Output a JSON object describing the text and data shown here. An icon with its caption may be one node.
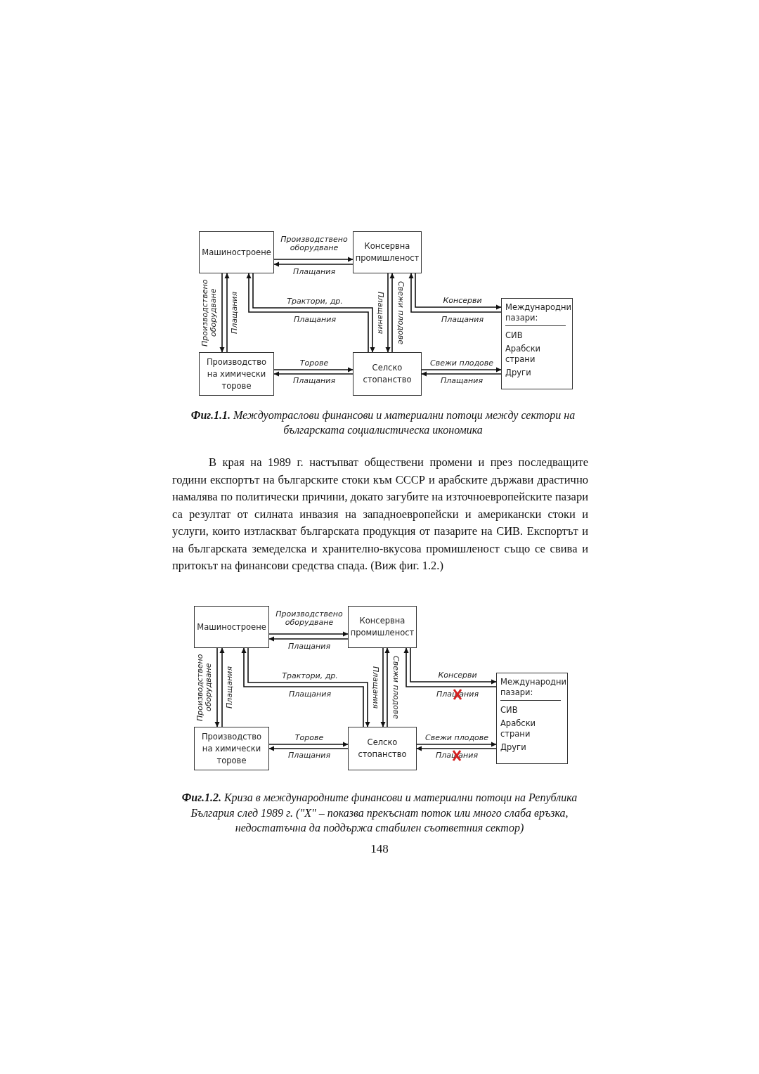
{
  "diagram": {
    "nodes": [
      {
        "text": [
          "Машиностроене"
        ]
      },
      {
        "text": [
          "Консервна промишленост"
        ]
      },
      {
        "text": [
          "Производство на химически торове"
        ]
      },
      {
        "text": [
          "Селско стопанство"
        ]
      },
      {
        "text": [
          "Международни пазари:",
          "СИВ",
          "Арабски страни",
          "Други"
        ]
      },
      {
        "text": [
          "Машиностроене"
        ]
      },
      {
        "text": [
          "Консервна промишленост"
        ]
      },
      {
        "text": [
          "Производство на химически торове"
        ]
      },
      {
        "text": [
          "Селско стопанство"
        ]
      },
      {
        "text": [
          "Международни пазари:",
          "СИВ",
          "Арабски страни",
          "Други"
        ]
      }
    ],
    "edges": [
      {
        "from": 0,
        "to": 1,
        "arrow": "to",
        "label": "Производствено оборудване"
      },
      {
        "from": 1,
        "to": 0,
        "arrow": "to",
        "label": "Плащания"
      },
      {
        "from": 0,
        "to": 2,
        "arrow": "to",
        "label": "Производствено оборудване"
      },
      {
        "from": 2,
        "to": 0,
        "arrow": "to",
        "label": "Плащания"
      },
      {
        "from": 0,
        "to": 3,
        "arrow": "to",
        "label": "Трактори, др."
      },
      {
        "from": 3,
        "to": 0,
        "arrow": "to",
        "label": "Плащания"
      },
      {
        "from": 1,
        "to": 3,
        "arrow": "to",
        "label": "Плащания"
      },
      {
        "from": 3,
        "to": 1,
        "arrow": "to",
        "label": "Свежи плодове"
      },
      {
        "from": 1,
        "to": 4,
        "arrow": "to",
        "label": "Консерви"
      },
      {
        "from": 4,
        "to": 1,
        "arrow": "to",
        "label": "Плащания"
      },
      {
        "from": 2,
        "to": 3,
        "arrow": "to",
        "label": "Торове"
      },
      {
        "from": 3,
        "to": 2,
        "arrow": "to",
        "label": "Плащания"
      },
      {
        "from": 3,
        "to": 4,
        "arrow": "to",
        "label": "Свежи плодове"
      },
      {
        "from": 4,
        "to": 3,
        "arrow": "to",
        "label": "Плащания"
      },
      {
        "from": 5,
        "to": 6,
        "arrow": "to",
        "label": "Производствено оборудване"
      },
      {
        "from": 6,
        "to": 5,
        "arrow": "to",
        "label": "Плащания"
      },
      {
        "from": 5,
        "to": 7,
        "arrow": "to",
        "label": "Производствено оборудване"
      },
      {
        "from": 7,
        "to": 5,
        "arrow": "to",
        "label": "Плащания"
      },
      {
        "from": 5,
        "to": 8,
        "arrow": "to",
        "label": "Трактори, др."
      },
      {
        "from": 8,
        "to": 5,
        "arrow": "to",
        "label": "Плащания"
      },
      {
        "from": 6,
        "to": 8,
        "arrow": "to",
        "label": "Плащания"
      },
      {
        "from": 8,
        "to": 6,
        "arrow": "to",
        "label": "Свежи плодове"
      },
      {
        "from": 6,
        "to": 9,
        "arrow": "to",
        "label": "Консерви"
      },
      {
        "from": 9,
        "to": 6,
        "arrow": "to",
        "label": "Плащания"
      },
      {
        "from": 7,
        "to": 8,
        "arrow": "to",
        "label": "Торове"
      },
      {
        "from": 8,
        "to": 7,
        "arrow": "to",
        "label": "Плащания"
      },
      {
        "from": 8,
        "to": 9,
        "arrow": "to",
        "label": "Свежи плодове"
      },
      {
        "from": 9,
        "to": 8,
        "arrow": "to",
        "label": "Плащания"
      }
    ],
    "labels": [
      "**Фиг.1.1.** Междуотраслови финансови и материални потоци между сектори на българската социалистическа икономика",
      "В края на 1989 г. настъпват обществени промени и през последващите години експортът на българските стоки към СССР и арабските държави драстично намалява по политически причини, докато загубите на източноевропейските пазари са резултат от силната инвазия на западноевропейски и американски стоки и услуги, които изтласкват българската продукция от пазарите на СИВ. Експортът и на българската земеделска и хранително-вкусова промишленост също се свива и притокът на финансови средства спада. (Виж фиг. 1.2.)",
      "**Фиг.1.2.** Криза в международните финансови и материални потоци на Република България след 1989 г. (\"X\" – показва прекъснат поток или много слаба връзка, недостатъчна да поддържа стабилен съответния сектор)",
      "148"
    ]
  }
}
